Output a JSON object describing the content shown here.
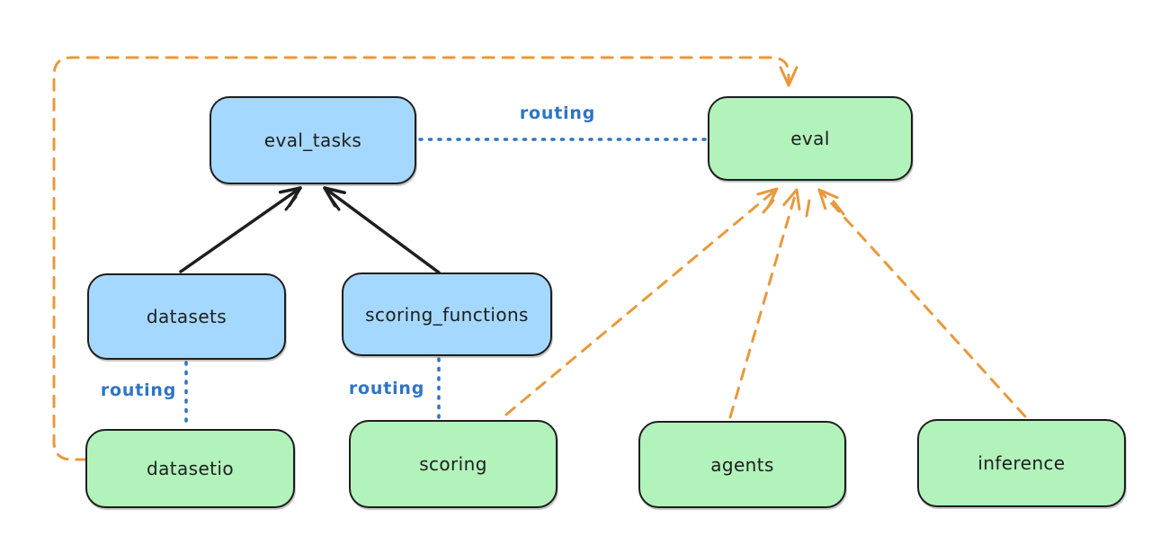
{
  "nodes": [
    {
      "id": "eval_tasks",
      "label": "eval_tasks",
      "kind": "resource",
      "fill": "#a5d8ff"
    },
    {
      "id": "eval",
      "label": "eval",
      "kind": "api",
      "fill": "#b2f2bb"
    },
    {
      "id": "datasets",
      "label": "datasets",
      "kind": "resource",
      "fill": "#a5d8ff"
    },
    {
      "id": "scoring_functions",
      "label": "scoring_functions",
      "kind": "resource",
      "fill": "#a5d8ff"
    },
    {
      "id": "datasetio",
      "label": "datasetio",
      "kind": "api",
      "fill": "#b2f2bb"
    },
    {
      "id": "scoring",
      "label": "scoring",
      "kind": "api",
      "fill": "#b2f2bb"
    },
    {
      "id": "agents",
      "label": "agents",
      "kind": "api",
      "fill": "#b2f2bb"
    },
    {
      "id": "inference",
      "label": "inference",
      "kind": "api",
      "fill": "#b2f2bb"
    }
  ],
  "edges": [
    {
      "from": "eval_tasks",
      "to": "eval",
      "style": "dotted",
      "color": "#2f74c4",
      "label": "routing"
    },
    {
      "from": "datasets",
      "to": "eval_tasks",
      "style": "solid-arrow",
      "color": "#1e1e1e"
    },
    {
      "from": "scoring_functions",
      "to": "eval_tasks",
      "style": "solid-arrow",
      "color": "#1e1e1e"
    },
    {
      "from": "datasets",
      "to": "datasetio",
      "style": "dotted",
      "color": "#2f74c4",
      "label": "routing"
    },
    {
      "from": "scoring_functions",
      "to": "scoring",
      "style": "dotted",
      "color": "#2f74c4",
      "label": "routing"
    },
    {
      "from": "datasetio",
      "to": "eval",
      "style": "dashed-arrow",
      "color": "#e8993c"
    },
    {
      "from": "scoring",
      "to": "eval",
      "style": "dashed-arrow",
      "color": "#e8993c"
    },
    {
      "from": "agents",
      "to": "eval",
      "style": "dashed-arrow",
      "color": "#e8993c"
    },
    {
      "from": "inference",
      "to": "eval",
      "style": "dashed-arrow",
      "color": "#e8993c"
    }
  ],
  "colors": {
    "node_blue_fill": "#a5d8ff",
    "node_green_fill": "#b2f2bb",
    "node_border": "#1e1e1e",
    "solid_arrow_black": "#1e1e1e",
    "routing_blue": "#2f74c4",
    "dashed_orange": "#e8993c",
    "background": "#ffffff"
  }
}
